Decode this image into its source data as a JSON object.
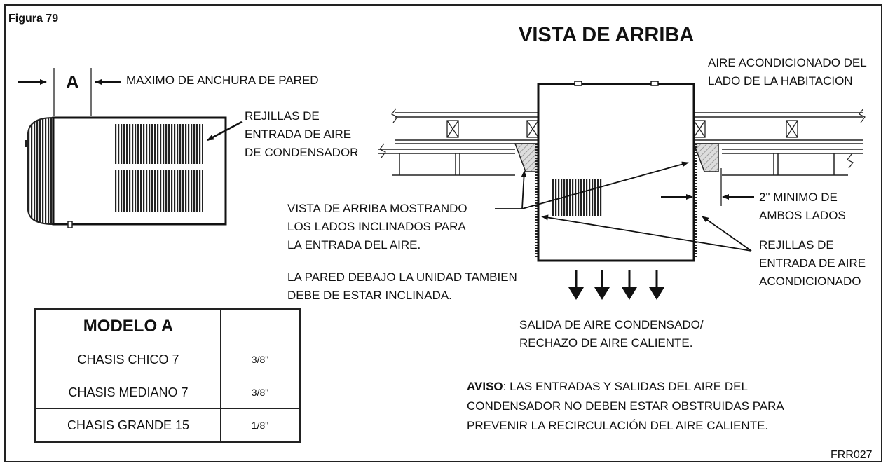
{
  "figure_label": "Figura 79",
  "view_title": "VISTA DE ARRIBA",
  "dimension_marker": "A",
  "labels": {
    "max_width": "MAXIMO DE ANCHURA DE PARED",
    "condenser_grilles": [
      "REJILLAS DE",
      "ENTRADA DE AIRE",
      "DE CONDENSADOR"
    ],
    "room_side": [
      "AIRE ACONDICIONADO DEL",
      "LADO DE LA HABITACION"
    ],
    "top_view_desc": [
      "VISTA DE ARRIBA MOSTRANDO",
      "LOS LADOS INCLINADOS PARA",
      "LA ENTRADA DEL AIRE."
    ],
    "wall_note": [
      "LA PARED DEBAJO LA UNIDAD TAMBIEN",
      "DEBE DE ESTAR INCLINADA."
    ],
    "min_clearance": [
      "2\" MINIMO DE",
      "AMBOS LADOS"
    ],
    "conditioned_grilles": [
      "REJILLAS DE",
      "ENTRADA DE AIRE",
      "ACONDICIONADO"
    ],
    "exhaust": [
      "SALIDA DE AIRE CONDENSADO/",
      "RECHAZO DE AIRE CALIENTE."
    ]
  },
  "notice": {
    "prefix": "AVISO",
    "lines": [
      ": LAS ENTRADAS Y SALIDAS DEL AIRE DEL",
      "CONDENSADOR NO DEBEN ESTAR OBSTRUIDAS PARA",
      "PREVENIR LA RECIRCULACIÓN DEL AIRE CALIENTE."
    ]
  },
  "code": "FRR027",
  "table": {
    "header": "MODELO A",
    "header_value": "",
    "rows": [
      {
        "name": "CHASIS CHICO 7",
        "value": "3/8\""
      },
      {
        "name": "CHASIS MEDIANO 7",
        "value": "3/8\""
      },
      {
        "name": "CHASIS GRANDE 15",
        "value": "1/8\""
      }
    ]
  }
}
